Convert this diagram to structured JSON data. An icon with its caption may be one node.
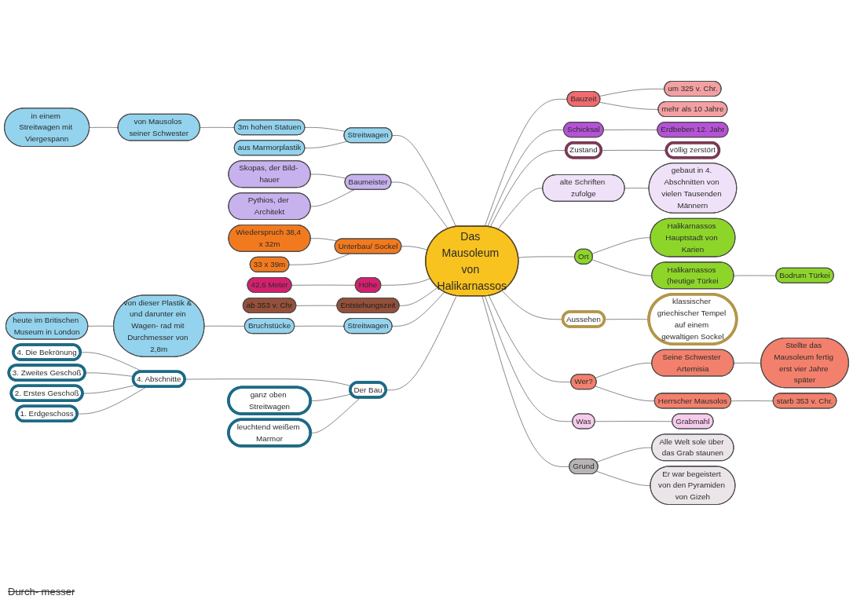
{
  "diagram": {
    "nodes": [
      {
        "text": [
          "Das Mausoleum von Halikarnassos"
        ]
      },
      {
        "text": [
          "Streitwagen"
        ]
      },
      {
        "text": [
          "aus Marmorplastik"
        ]
      },
      {
        "text": [
          "3m hohen Statuen"
        ]
      },
      {
        "text": [
          "von Mausolos seiner Schwester"
        ]
      },
      {
        "text": [
          "in einem Streitwagen mit Viergespann"
        ]
      },
      {
        "text": [
          "Baumeister"
        ]
      },
      {
        "text": [
          "Skopas, der Bild- hauer"
        ]
      },
      {
        "text": [
          "Pythios, der Architekt"
        ]
      },
      {
        "text": [
          "Unterbau/ Sockel"
        ]
      },
      {
        "text": [
          "Wiederspruch 38,4 x 32m"
        ]
      },
      {
        "text": [
          "33 x 39m"
        ]
      },
      {
        "text": [
          "Höhe"
        ]
      },
      {
        "text": [
          "42,6 Meter"
        ]
      },
      {
        "text": [
          "Entstehungszeit"
        ]
      },
      {
        "text": [
          "ab 353 v. Chr"
        ]
      },
      {
        "text": [
          "Bauzeit"
        ]
      },
      {
        "text": [
          "um 325 v. Chr."
        ]
      },
      {
        "text": [
          "mehr als 10 Jahre"
        ]
      },
      {
        "text": [
          "Schicksal"
        ]
      },
      {
        "text": [
          "Erdbeben 12. Jahr"
        ]
      },
      {
        "text": [
          "Zustand"
        ]
      },
      {
        "text": [
          "völlig zerstört"
        ]
      },
      {
        "text": [
          "Streitwagen"
        ]
      },
      {
        "text": [
          "Bruchstücke"
        ]
      },
      {
        "text": [
          "von dieser Plastik & und darunter ein Wagen- rad mit Durchmesser von 2,8m"
        ]
      },
      {
        "text": [
          "heute im Britischen Museum in London"
        ]
      },
      {
        "text": [
          "alte Schriften zufolge"
        ]
      },
      {
        "text": [
          "gebaut in 4. Abschnitten von vielen Tausenden Männern"
        ]
      },
      {
        "text": [
          "Ort"
        ]
      },
      {
        "text": [
          "Halikarnassos Hauptstadt von Karien"
        ]
      },
      {
        "text": [
          "Halikarnassos (heutige Türkei"
        ]
      },
      {
        "text": [
          "Bodrum Türkei"
        ]
      },
      {
        "text": [
          "Aussehen"
        ]
      },
      {
        "text": [
          "klassischer griechischer Tempel auf einem gewaltigen Sockel"
        ]
      },
      {
        "text": [
          "Wer?"
        ]
      },
      {
        "text": [
          "Seine Schwester Artemisia"
        ]
      },
      {
        "text": [
          "Stellte das Mausoleum fertig erst vier Jahre später"
        ]
      },
      {
        "text": [
          "Herrscher Mausolos"
        ]
      },
      {
        "text": [
          "starb 353 v. Chr."
        ]
      },
      {
        "text": [
          "Was"
        ]
      },
      {
        "text": [
          "Grabmahl"
        ]
      },
      {
        "text": [
          "Grund"
        ]
      },
      {
        "text": [
          "Alle Welt sole über das Grab staunen"
        ]
      },
      {
        "text": [
          "Er war begeistert von den Pyramiden von Gizeh"
        ]
      },
      {
        "text": [
          "Der Bau"
        ]
      },
      {
        "text": [
          "ganz oben Streitwagen"
        ]
      },
      {
        "text": [
          "leuchtend weißem Marmor"
        ]
      },
      {
        "text": [
          "4. Abschnitte"
        ]
      },
      {
        "text": [
          "4. Die Bekrönung"
        ]
      },
      {
        "text": [
          "3. Zweites Geschoß"
        ]
      },
      {
        "text": [
          "2. Erstes Geschoß"
        ]
      },
      {
        "text": [
          "1. Erdgeschoss"
        ]
      }
    ],
    "edges": [
      {
        "from": 5,
        "to": 4,
        "arrow": "none"
      },
      {
        "from": 4,
        "to": 3,
        "arrow": "none"
      },
      {
        "from": 3,
        "to": 1,
        "arrow": "none"
      },
      {
        "from": 2,
        "to": 1,
        "arrow": "none"
      },
      {
        "from": 1,
        "to": 0,
        "arrow": "none"
      },
      {
        "from": 7,
        "to": 6,
        "arrow": "none"
      },
      {
        "from": 8,
        "to": 6,
        "arrow": "none"
      },
      {
        "from": 6,
        "to": 0,
        "arrow": "none"
      },
      {
        "from": 10,
        "to": 9,
        "arrow": "none"
      },
      {
        "from": 11,
        "to": 9,
        "arrow": "none"
      },
      {
        "from": 9,
        "to": 0,
        "arrow": "none"
      },
      {
        "from": 13,
        "to": 12,
        "arrow": "none"
      },
      {
        "from": 12,
        "to": 0,
        "arrow": "none"
      },
      {
        "from": 15,
        "to": 14,
        "arrow": "none"
      },
      {
        "from": 14,
        "to": 0,
        "arrow": "none"
      },
      {
        "from": 26,
        "to": 25,
        "arrow": "none"
      },
      {
        "from": 25,
        "to": 24,
        "arrow": "none"
      },
      {
        "from": 24,
        "to": 23,
        "arrow": "none"
      },
      {
        "from": 23,
        "to": 0,
        "arrow": "none"
      },
      {
        "from": 49,
        "to": 48,
        "arrow": "none"
      },
      {
        "from": 50,
        "to": 48,
        "arrow": "none"
      },
      {
        "from": 51,
        "to": 48,
        "arrow": "none"
      },
      {
        "from": 52,
        "to": 48,
        "arrow": "none"
      },
      {
        "from": 48,
        "to": 45,
        "arrow": "none"
      },
      {
        "from": 46,
        "to": 45,
        "arrow": "none"
      },
      {
        "from": 47,
        "to": 45,
        "arrow": "none"
      },
      {
        "from": 45,
        "to": 0,
        "arrow": "none"
      },
      {
        "from": 0,
        "to": 27,
        "arrow": "none"
      },
      {
        "from": 27,
        "to": 28,
        "arrow": "none"
      },
      {
        "from": 0,
        "to": 29,
        "arrow": "none"
      },
      {
        "from": 29,
        "to": 30,
        "arrow": "none"
      },
      {
        "from": 29,
        "to": 31,
        "arrow": "none"
      },
      {
        "from": 31,
        "to": 32,
        "arrow": "none"
      },
      {
        "from": 0,
        "to": 33,
        "arrow": "none"
      },
      {
        "from": 33,
        "to": 34,
        "arrow": "none"
      },
      {
        "from": 0,
        "to": 35,
        "arrow": "none"
      },
      {
        "from": 35,
        "to": 36,
        "arrow": "none"
      },
      {
        "from": 36,
        "to": 37,
        "arrow": "none"
      },
      {
        "from": 35,
        "to": 38,
        "arrow": "none"
      },
      {
        "from": 38,
        "to": 39,
        "arrow": "none"
      },
      {
        "from": 0,
        "to": 40,
        "arrow": "none"
      },
      {
        "from": 40,
        "to": 41,
        "arrow": "none"
      },
      {
        "from": 0,
        "to": 42,
        "arrow": "none"
      },
      {
        "from": 42,
        "to": 43,
        "arrow": "none"
      },
      {
        "from": 42,
        "to": 44,
        "arrow": "none"
      },
      {
        "from": 0,
        "to": 16,
        "arrow": "none"
      },
      {
        "from": 16,
        "to": 17,
        "arrow": "none"
      },
      {
        "from": 16,
        "to": 18,
        "arrow": "none"
      },
      {
        "from": 0,
        "to": 19,
        "arrow": "none"
      },
      {
        "from": 19,
        "to": 20,
        "arrow": "none"
      },
      {
        "from": 0,
        "to": 21,
        "arrow": "none"
      },
      {
        "from": 21,
        "to": 22,
        "arrow": "none"
      }
    ],
    "labels": [
      "Durch- messer"
    ]
  }
}
